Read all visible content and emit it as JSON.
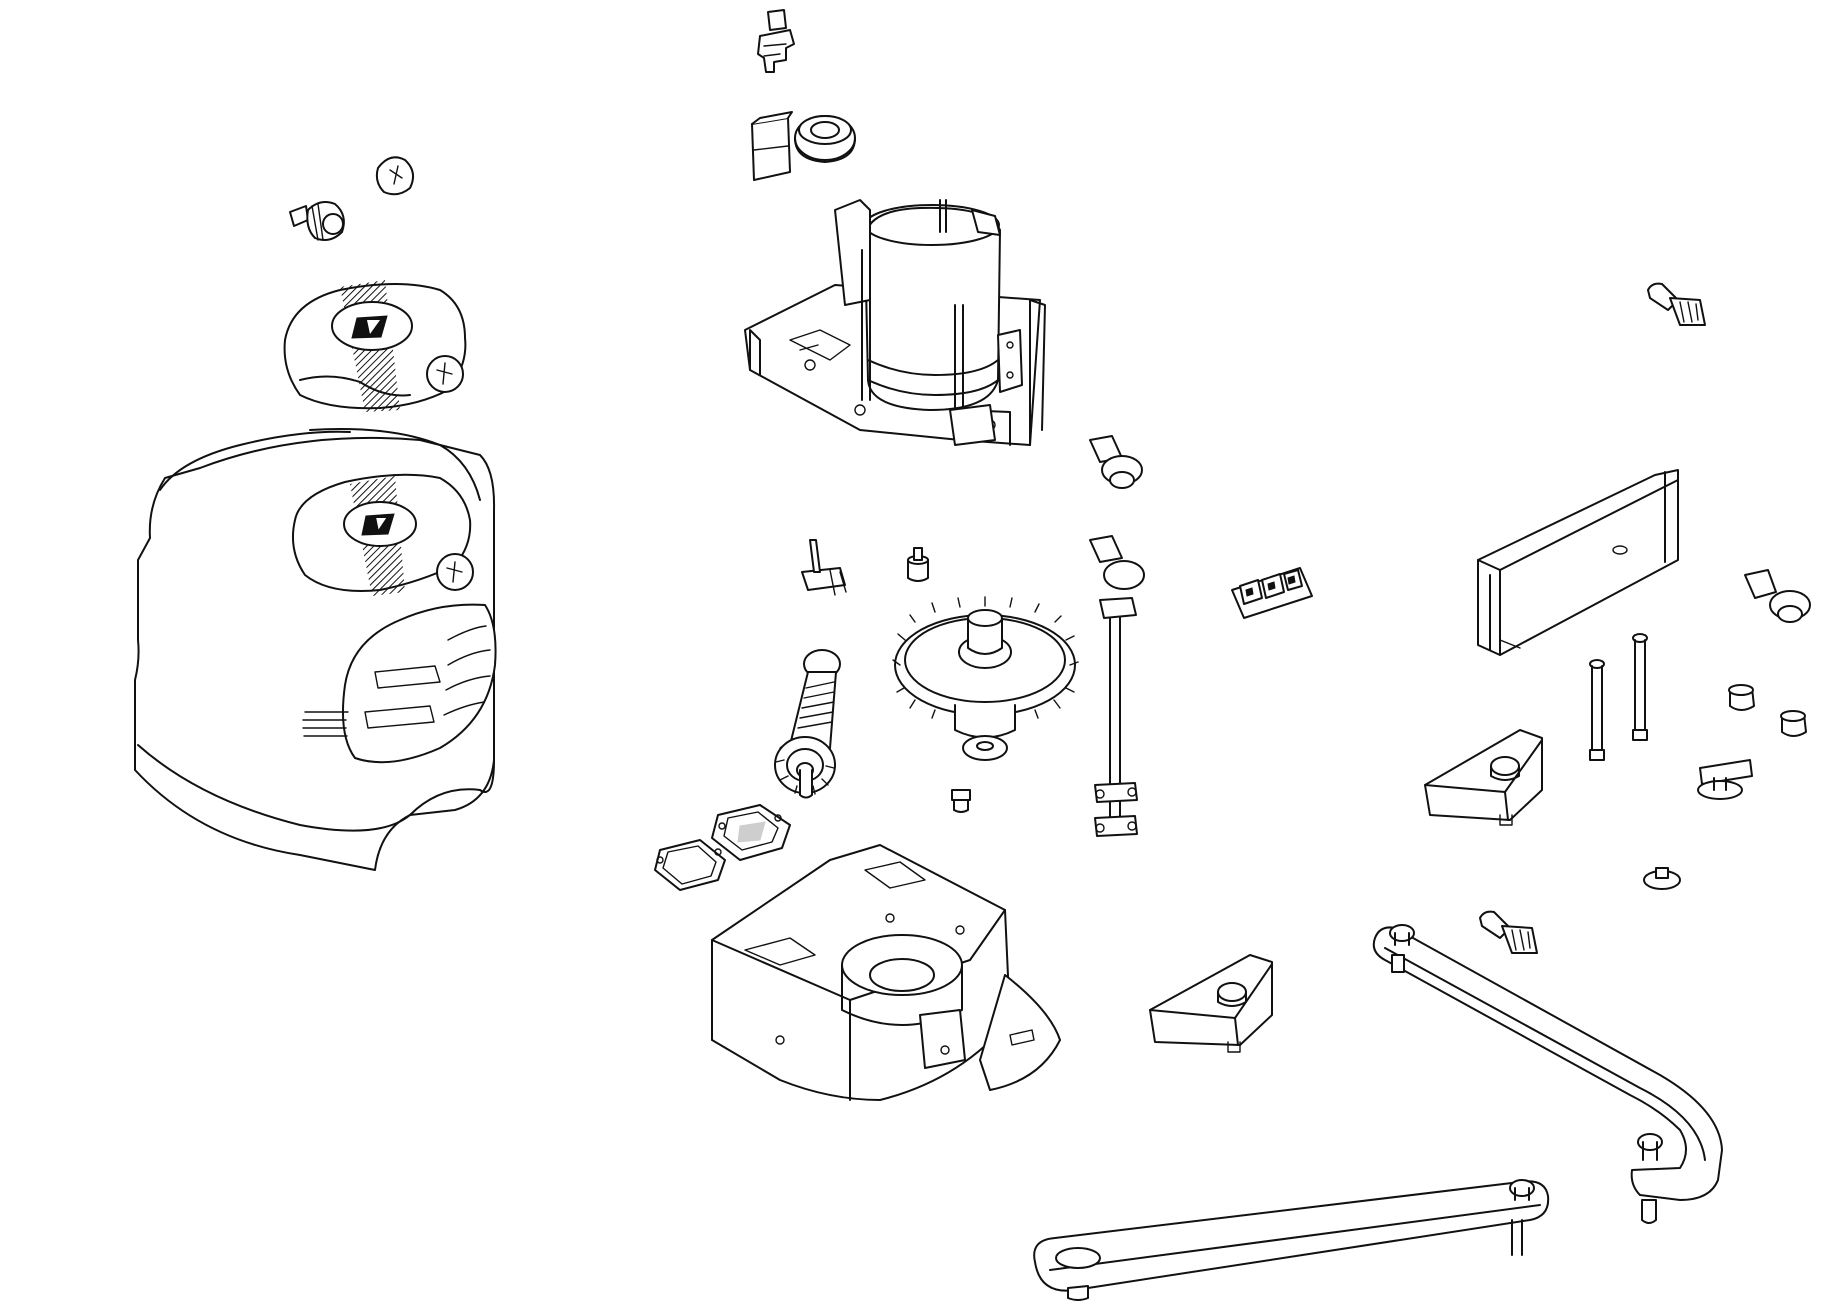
{
  "diagram": {
    "type": "exploded-view",
    "line_color": "#111111",
    "background": "#ffffff",
    "logo_mark": "V"
  },
  "components": [
    {
      "name": "cover-housing",
      "icon": "housing-cover"
    },
    {
      "name": "cover-lid",
      "icon": "cap-with-logo"
    },
    {
      "name": "release-lock",
      "icon": "lock-cylinder"
    },
    {
      "name": "lock-cap",
      "icon": "round-cap"
    },
    {
      "name": "limit-switch-block",
      "icon": "microswitch"
    },
    {
      "name": "encoder-assembly",
      "icon": "encoder"
    },
    {
      "name": "motor-frame-assembly",
      "icon": "motor"
    },
    {
      "name": "release-lever",
      "icon": "lever"
    },
    {
      "name": "pin-nut",
      "icon": "nut"
    },
    {
      "name": "worm-screw",
      "icon": "worm-gear"
    },
    {
      "name": "main-gear",
      "icon": "gear-wheel"
    },
    {
      "name": "gear-bolt",
      "icon": "bolt"
    },
    {
      "name": "seal-gaskets",
      "icon": "gasket"
    },
    {
      "name": "base-frame",
      "icon": "base-plate"
    },
    {
      "name": "wing-nut-upper",
      "icon": "wing-nut"
    },
    {
      "name": "tie-rod",
      "icon": "rod"
    },
    {
      "name": "terminal-board",
      "icon": "terminal-block"
    },
    {
      "name": "key-upper",
      "icon": "key"
    },
    {
      "name": "mounting-bracket",
      "icon": "bracket"
    },
    {
      "name": "wing-nut-right",
      "icon": "wing-nut"
    },
    {
      "name": "long-screws",
      "icon": "screw"
    },
    {
      "name": "nuts-right",
      "icon": "nut"
    },
    {
      "name": "stop-wedge-upper",
      "icon": "wedge-stop"
    },
    {
      "name": "lever-pin",
      "icon": "pin"
    },
    {
      "name": "washer",
      "icon": "washer"
    },
    {
      "name": "key-lower",
      "icon": "key"
    },
    {
      "name": "stop-wedge-lower",
      "icon": "wedge-stop"
    },
    {
      "name": "curved-arm",
      "icon": "curved-arm"
    },
    {
      "name": "straight-arm",
      "icon": "straight-arm"
    }
  ]
}
